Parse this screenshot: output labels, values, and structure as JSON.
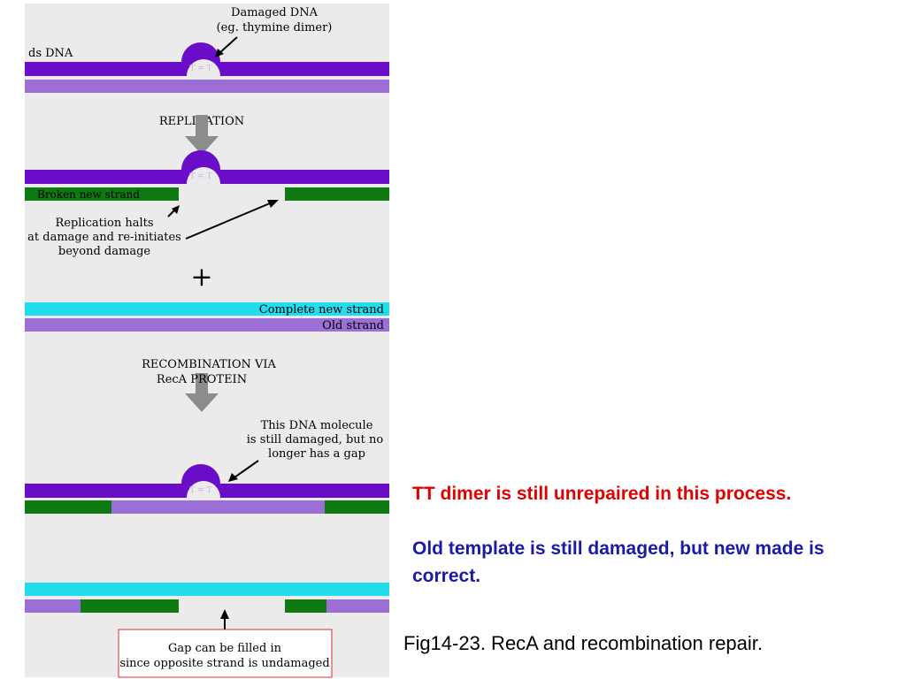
{
  "labels": {
    "damaged_dna_1": "Damaged DNA",
    "damaged_dna_2": "(eg. thymine dimer)",
    "ds_dna": "ds DNA",
    "tt": "T = T",
    "replication": "REPLICATION",
    "broken_new_strand": "Broken new strand",
    "halts_1": "Replication halts",
    "halts_2": "at damage and re-initiates",
    "halts_3": "beyond damage",
    "plus": "+",
    "complete_new_strand": "Complete new strand",
    "old_strand": "Old strand",
    "recomb_1": "RECOMBINATION VIA",
    "recomb_2": "RecA PROTEIN",
    "still_damaged_1": "This DNA molecule",
    "still_damaged_2": "is still damaged, but no",
    "still_damaged_3": "longer has a gap",
    "gap_1": "Gap can be filled in",
    "gap_2": "since opposite strand is undamaged"
  },
  "notes": {
    "red": "TT dimer is still unrepaired in this process.",
    "blue": "Old template is still damaged, but new made is correct."
  },
  "caption": "Fig14-23. RecA and recombination repair.",
  "colors": {
    "panel": "#ebebeb",
    "dark_purple": "#6a0dc8",
    "light_purple": "#9b6fd6",
    "green": "#0f7a12",
    "cyan": "#22dded",
    "arrow_gray": "#8c8c8c",
    "note_red": "#e00000",
    "note_blue": "#1a1aa8",
    "box_red": "#d83030"
  }
}
